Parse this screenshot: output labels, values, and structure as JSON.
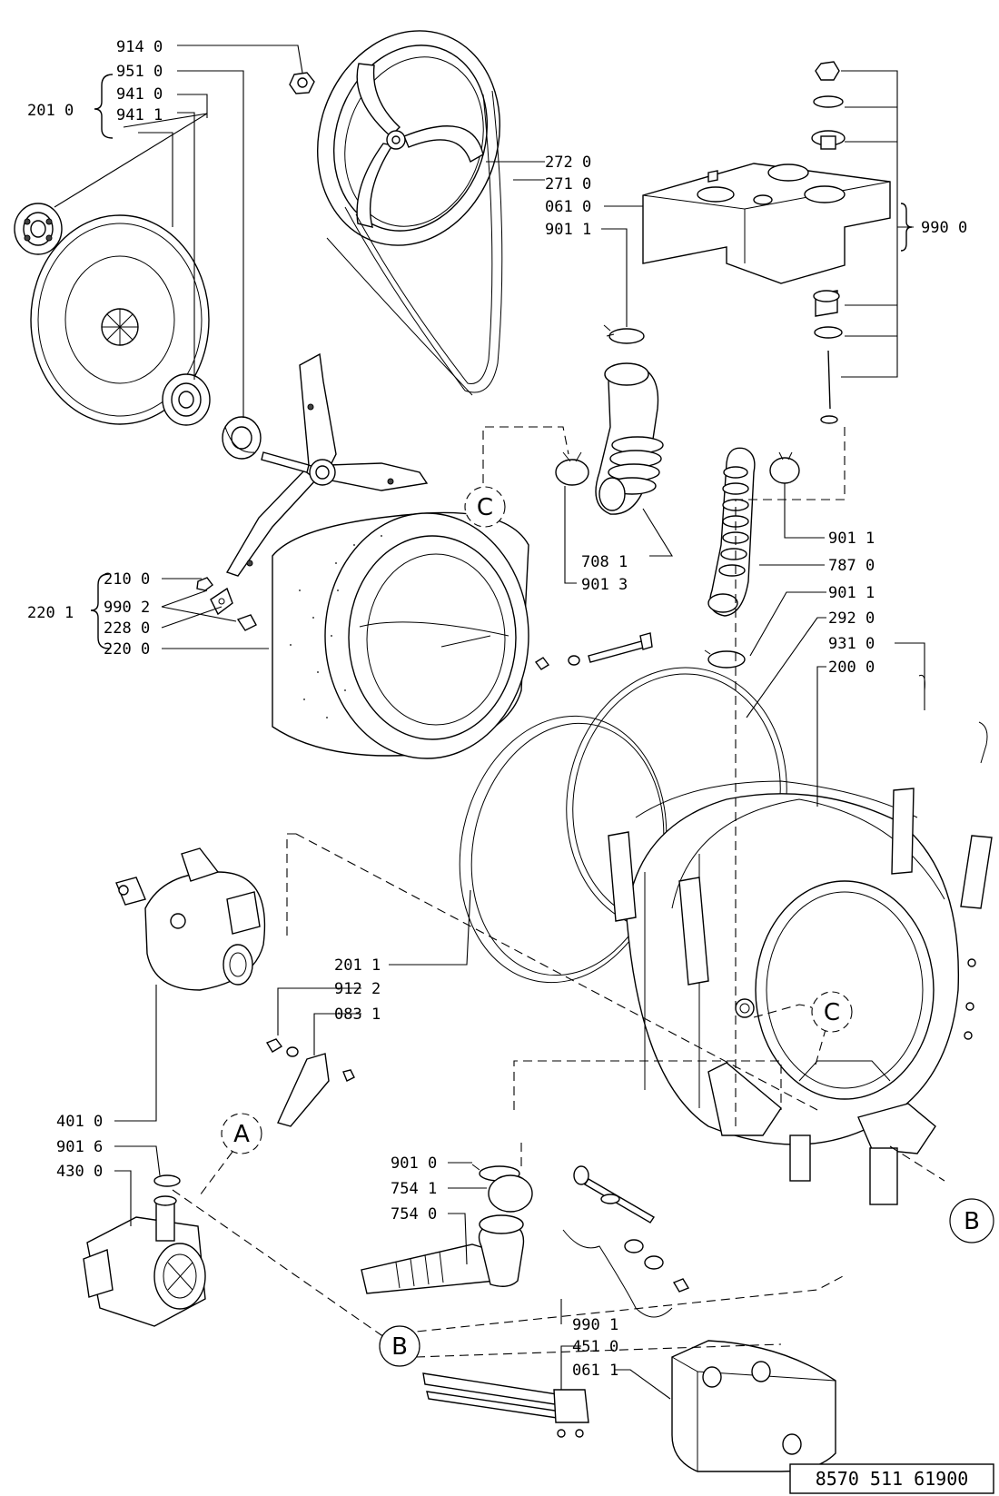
{
  "labels": {
    "l9140": "914 0",
    "l9510": "951 0",
    "l9410": "941 0",
    "l9411": "941 1",
    "l2010": "201 0",
    "l2720": "272 0",
    "l2710": "271 0",
    "l0610": "061 0",
    "l9011a": "901 1",
    "l9900": "990 0",
    "l2100": "210 0",
    "l9902": "990 2",
    "l2280": "228 0",
    "l2200": "220 0",
    "l2201": "220 1",
    "l7081": "708 1",
    "l9013": "901 3",
    "l9011b": "901 1",
    "l7870": "787 0",
    "l9011c": "901 1",
    "l2920": "292 0",
    "l9310": "931 0",
    "l2000": "200 0",
    "l2011": "201 1",
    "l9122": "912 2",
    "l0831": "083 1",
    "l4010": "401 0",
    "l9016": "901 6",
    "l4300": "430 0",
    "l9010": "901 0",
    "l7541": "754 1",
    "l7540": "754 0",
    "l9901": "990 1",
    "l4510": "451 0",
    "l0611": "061 1"
  },
  "markers": {
    "c_upper": "C",
    "c_tub": "C",
    "a": "A",
    "b_lower": "B",
    "b_right": "B"
  },
  "drawing_number": "8570 511 61900"
}
